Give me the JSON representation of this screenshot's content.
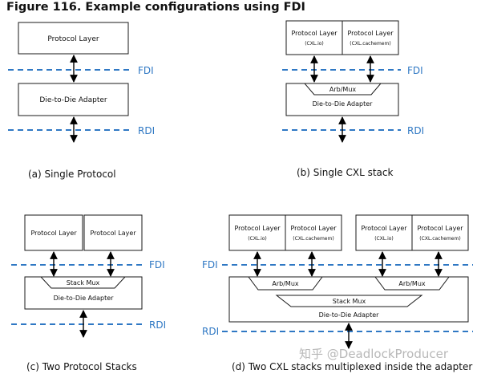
{
  "figure_title": "Figure 116. Example configurations using FDI",
  "labels": {
    "protocol_layer": "Protocol Layer",
    "die_to_die_adapter": "Die-to-Die Adapter",
    "fdi": "FDI",
    "rdi": "RDI",
    "arb_mux": "Arb/Mux",
    "stack_mux": "Stack Mux",
    "cxl_io": "(CXL.io)",
    "cxl_cachemem": "(CXL.cachemem)"
  },
  "captions": {
    "a": "(a) Single Protocol",
    "b": "(b) Single CXL stack",
    "c": "(c) Two Protocol Stacks",
    "d": "(d) Two CXL stacks multiplexed inside the adapter"
  },
  "watermark": "知乎 @DeadlockProducer",
  "colors": {
    "bus_line": "#2f78c4",
    "box_stroke": "#1a1a1a"
  }
}
